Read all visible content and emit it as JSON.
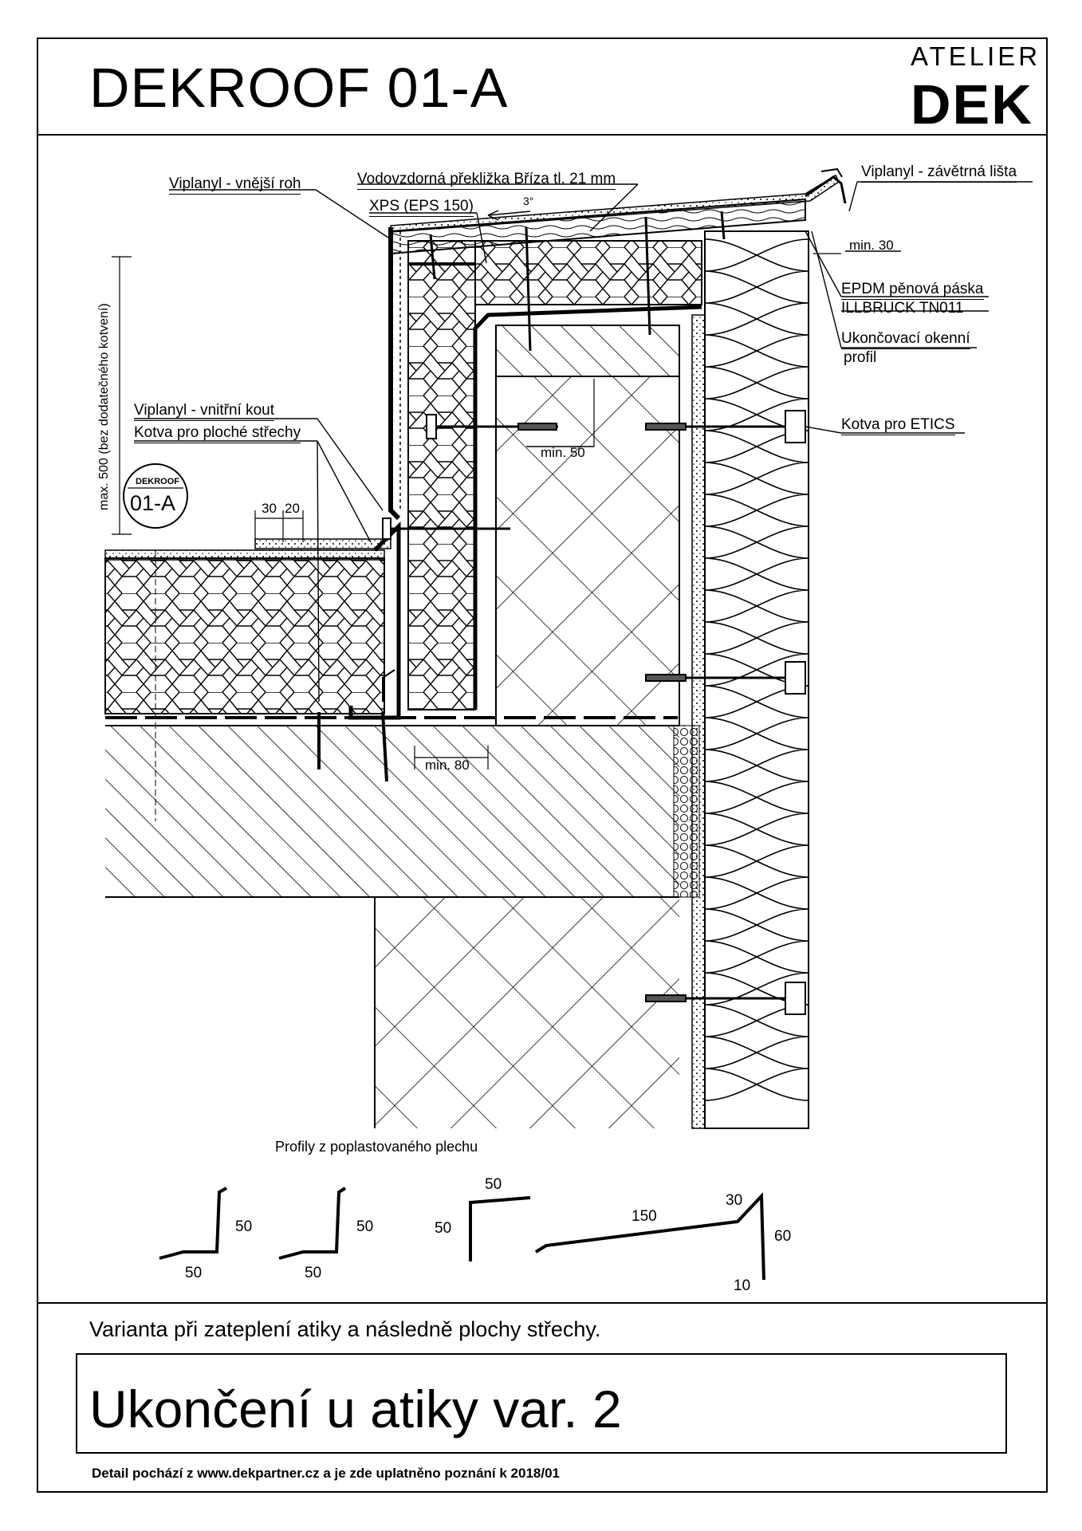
{
  "header": {
    "title": "DEKROOF 01-A",
    "logo_top": "ATELIER",
    "logo_bottom": "DEK"
  },
  "labels": {
    "viplanyl_outer_corner": "Viplanyl - vnější roh",
    "plywood": "Vodovzdorná překližka Bříza tl. 21 mm",
    "xps": "XPS (EPS 150)",
    "slope": "3°",
    "viplanyl_drip_edge": "Viplanyl - závětrná lišta",
    "min30": "min. 30",
    "epdm_tape": "EPDM pěnová páska",
    "illbruck": "ILLBRUCK TN011",
    "window_profile_1": "Ukončovací okenní",
    "window_profile_2": "profil",
    "etics_anchor": "Kotva pro ETICS",
    "viplanyl_inner_corner": "Viplanyl - vnitřní kout",
    "flat_roof_anchor": "Kotva pro ploché střechy",
    "min50": "min. 50",
    "min80": "min. 80",
    "dim30": "30",
    "dim20": "20",
    "max500": "max. 500 (bez dodatečného kotvení)"
  },
  "badge": {
    "small": "DEKROOF",
    "big": "01-A"
  },
  "profiles": {
    "caption": "Profily z poplastovaného plechu",
    "p1_h": "50",
    "p1_w": "50",
    "p2_h": "50",
    "p2_w": "50",
    "p3_top": "50",
    "p3_side": "50",
    "p4_long": "150",
    "p4_top": "30",
    "p4_h": "60",
    "p4_bottom": "10"
  },
  "bottom": {
    "variant": "Varianta při zateplení atiky a následně plochy střechy.",
    "title": "Ukončení u atiky var. 2",
    "footer": "Detail pochází z www.dekpartner.cz a je zde uplatněno poznání k 2018/01"
  }
}
